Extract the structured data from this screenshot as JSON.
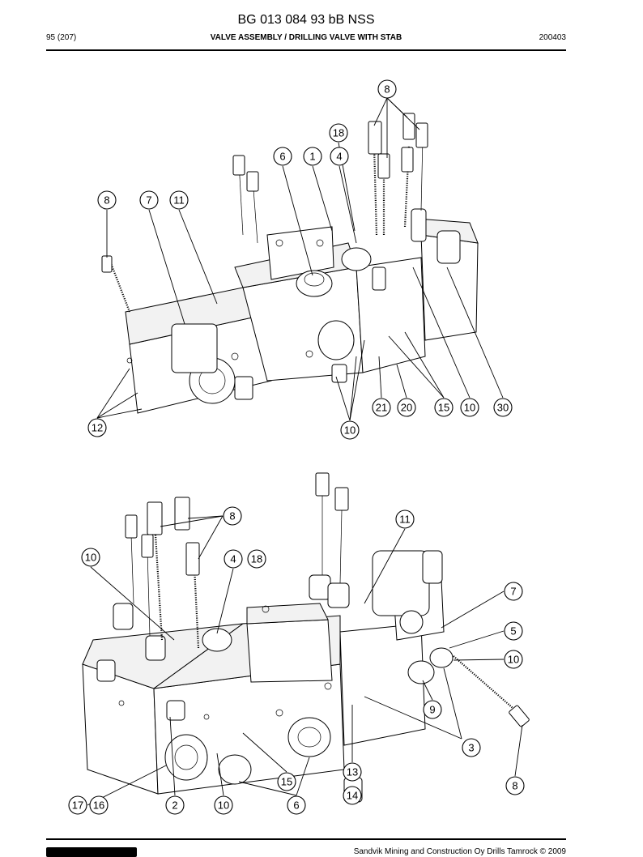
{
  "header": {
    "doc_title": "BG 013 084 93 bB NSS",
    "page_ref": "95 (207)",
    "section_title": "VALVE ASSEMBLY / DRILLING VALVE WITH STAB",
    "date_code": "200403"
  },
  "footer": {
    "copyright": "Sandvik Mining and Construction Oy Drills Tamrock © 2009"
  },
  "callouts": {
    "top": [
      "8",
      "18",
      "6",
      "1",
      "4",
      "8",
      "7",
      "11",
      "21",
      "20",
      "15",
      "10",
      "30",
      "12",
      "10"
    ],
    "bottom": [
      "8",
      "11",
      "10",
      "4",
      "18",
      "7",
      "5",
      "10",
      "9",
      "3",
      "8",
      "17",
      "16",
      "2",
      "10",
      "15",
      "6",
      "13",
      "14"
    ]
  }
}
